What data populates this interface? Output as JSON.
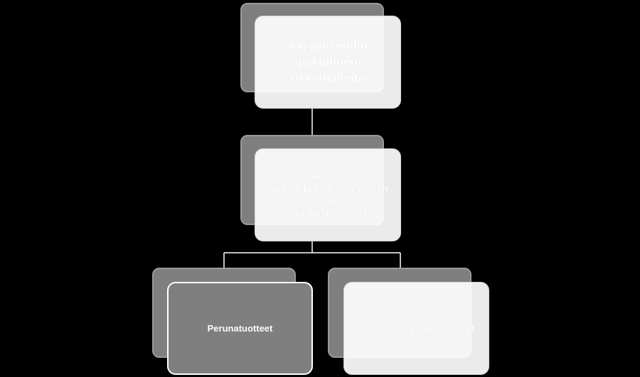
{
  "diagram": {
    "nodes": {
      "root": {
        "label": "Akryyliamidin pakollinen riskinhallinta"
      },
      "mid": {
        "label": "Pakolliset, elintarvikekohtaiset yleisen tason vähentämistoimenpiteet"
      },
      "left": {
        "label": "Perunatuotteet"
      },
      "right": {
        "label": "Leipä ja konditoriatuotteet"
      }
    },
    "colors": {
      "background": "#000000",
      "node_fill_light": "#ffffff",
      "node_fill_dark": "#7f7f7f",
      "shadow_fill": "#7f7f7f",
      "connector": "#ffffff",
      "text": "#ffffff"
    }
  }
}
